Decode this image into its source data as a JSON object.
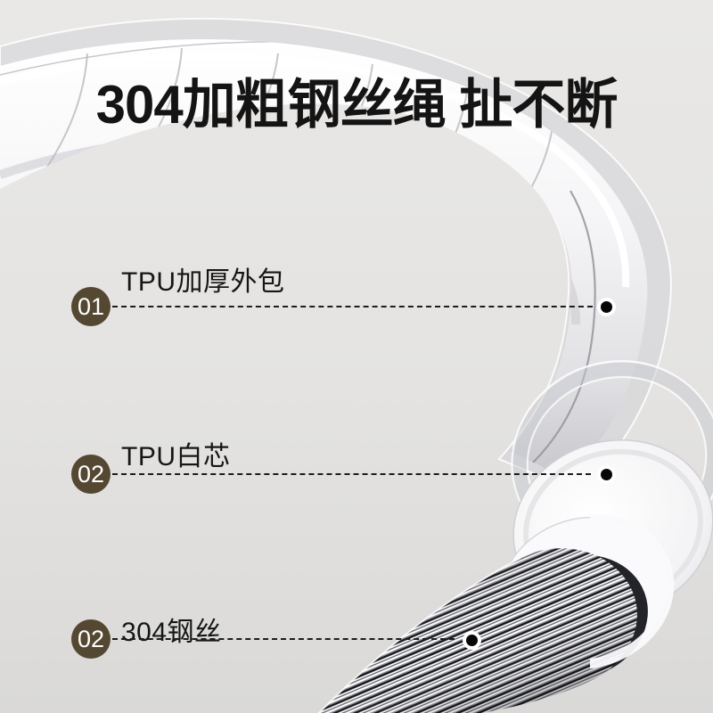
{
  "title": {
    "text": "304加粗钢丝绳 扯不断"
  },
  "callouts": [
    {
      "number": "01",
      "label": "TPU加厚外包"
    },
    {
      "number": "02",
      "label": "TPU白芯"
    },
    {
      "number": "02",
      "label": "304钢丝"
    }
  ],
  "colors": {
    "background_top": "#e9e8e6",
    "background_bottom": "#dad9d7",
    "badge": "#554832",
    "title_text": "#141414",
    "leader_line": "#1d1d1d",
    "pointer_dot": "#070708",
    "cable_white": "#ffffff",
    "steel_wire_dark": "#111216"
  }
}
